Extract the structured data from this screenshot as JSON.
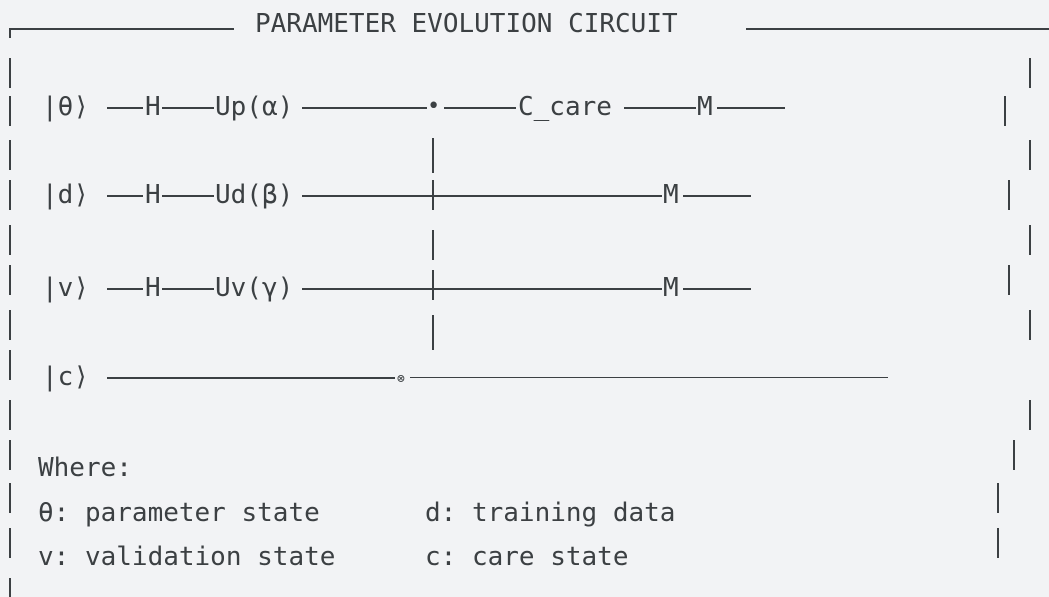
{
  "title": "PARAMETER EVOLUTION CIRCUIT",
  "wires": {
    "theta": {
      "label": "|θ⟩",
      "h": "H",
      "u": "Up(α)",
      "control": "•",
      "care": "C_care",
      "m": "M"
    },
    "d": {
      "label": "|d⟩",
      "h": "H",
      "u": "Ud(β)",
      "m": "M"
    },
    "v": {
      "label": "|v⟩",
      "h": "H",
      "u": "Uv(γ)",
      "m": "M"
    },
    "c": {
      "label": "|c⟩",
      "target": "⊗"
    }
  },
  "legend": {
    "heading": "Where:",
    "theta": "θ: parameter state",
    "d": "d: training data",
    "v": "v: validation state",
    "c": "c: care state"
  }
}
